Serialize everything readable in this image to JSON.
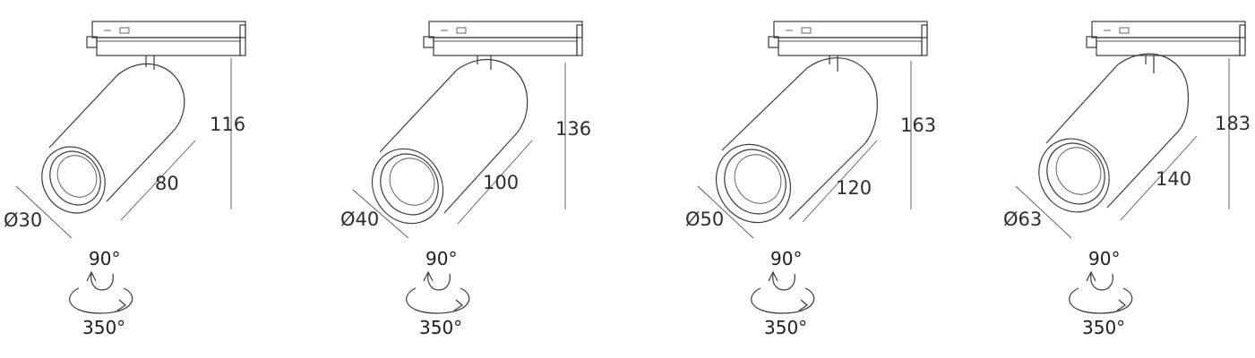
{
  "colors": {
    "line": "#3a3a3a",
    "text": "#2e2e2e",
    "background": "#ffffff"
  },
  "spotlights": [
    {
      "diameter": "Ø30",
      "length": "80",
      "height": "116",
      "tilt": "90°",
      "rotation": "350°"
    },
    {
      "diameter": "Ø40",
      "length": "100",
      "height": "136",
      "tilt": "90°",
      "rotation": "350°"
    },
    {
      "diameter": "Ø50",
      "length": "120",
      "height": "163",
      "tilt": "90°",
      "rotation": "350°"
    },
    {
      "diameter": "Ø63",
      "length": "140",
      "height": "183",
      "tilt": "90°",
      "rotation": "350°"
    }
  ]
}
